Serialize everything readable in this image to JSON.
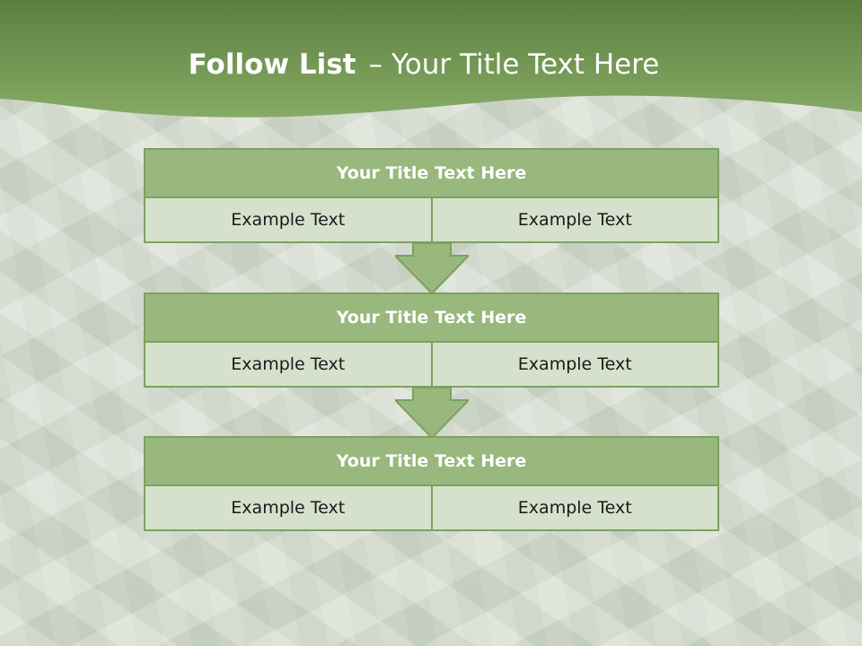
{
  "slide": {
    "title_bold": "Follow List",
    "title_dash": "–",
    "title_rest": "Your Title Text Here"
  },
  "blocks": [
    {
      "title": "Your Title Text Here",
      "cells": [
        "Example Text",
        "Example Text"
      ]
    },
    {
      "title": "Your Title Text Here",
      "cells": [
        "Example Text",
        "Example Text"
      ]
    },
    {
      "title": "Your Title Text Here",
      "cells": [
        "Example Text",
        "Example Text"
      ]
    }
  ],
  "colors": {
    "header_dark": "#5a7f3c",
    "header_light": "#87ad66",
    "block_title": "#98b87d",
    "block_cell": "#d5e1cd",
    "border": "#7da15f"
  }
}
